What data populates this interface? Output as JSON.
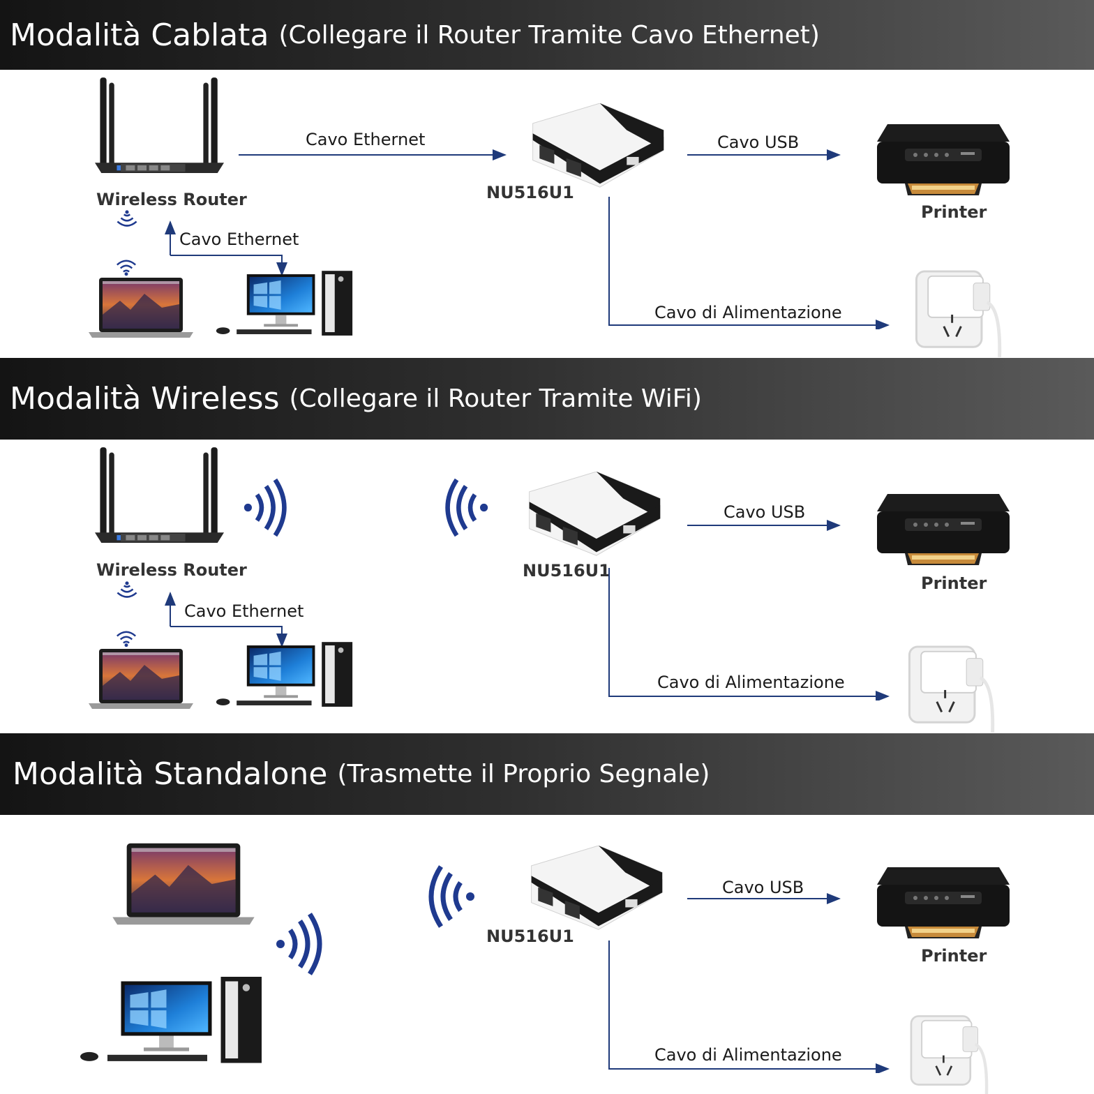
{
  "sections": [
    {
      "title_main": "Modalità Cablata",
      "title_sub": "(Collegare il Router Tramite Cavo Ethernet)",
      "router_label": "Wireless Router",
      "ethernet_top": "Cavo Ethernet",
      "ethernet_bottom": "Cavo Ethernet",
      "device_label": "NU516U1",
      "usb_label": "Cavo USB",
      "printer_label": "Printer",
      "power_label": "Cavo di Alimentazione"
    },
    {
      "title_main": "Modalità Wireless",
      "title_sub": "(Collegare il Router Tramite WiFi)",
      "router_label": "Wireless Router",
      "ethernet_bottom": "Cavo Ethernet",
      "device_label": "NU516U1",
      "usb_label": "Cavo USB",
      "printer_label": "Printer",
      "power_label": "Cavo di Alimentazione"
    },
    {
      "title_main": "Modalità Standalone",
      "title_sub": "(Trasmette il Proprio Segnale)",
      "device_label": "NU516U1",
      "usb_label": "Cavo USB",
      "printer_label": "Printer",
      "power_label": "Cavo di Alimentazione"
    }
  ],
  "colors": {
    "arrow": "#1f3a7a",
    "wifi": "#1f3a8f",
    "band_dark": "#141414",
    "band_light": "#5a5a5a"
  },
  "icons": [
    "router-icon",
    "print-server-icon",
    "printer-icon",
    "power-outlet-icon",
    "laptop-icon",
    "desktop-pc-icon",
    "wifi-icon",
    "wifi-wave-icon"
  ]
}
